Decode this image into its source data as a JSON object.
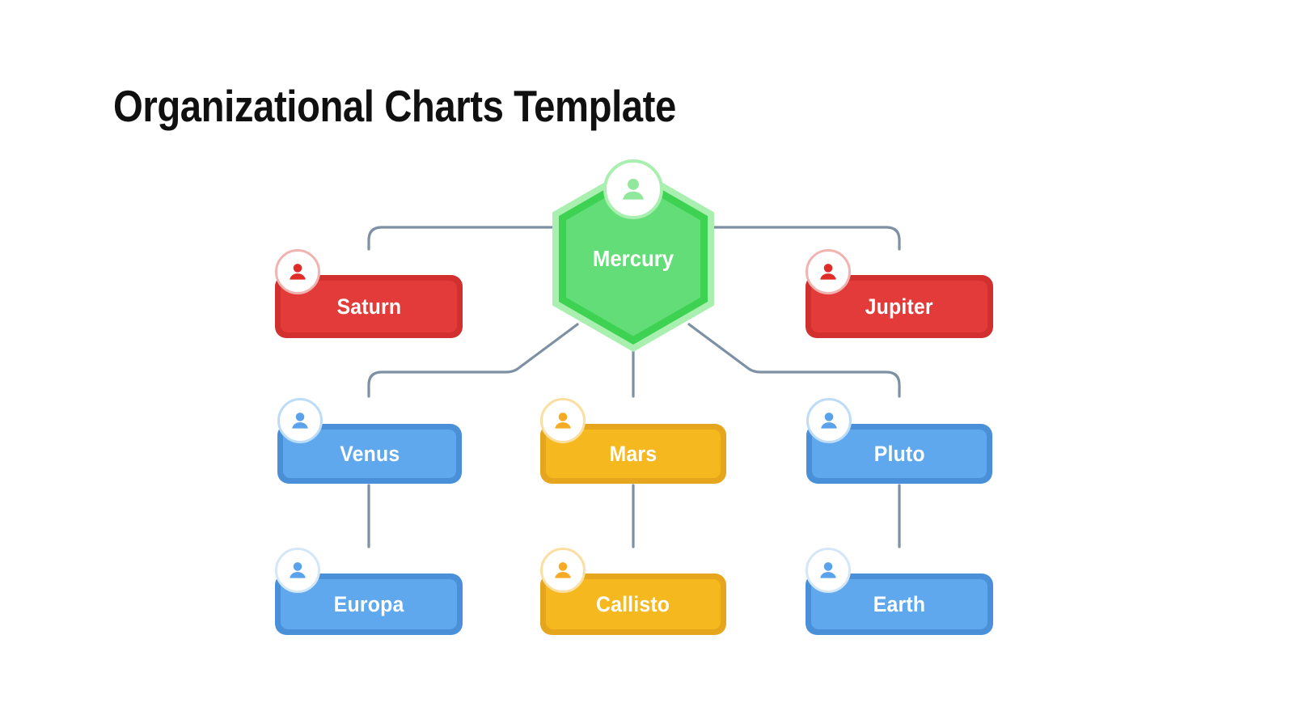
{
  "slide": {
    "title": "Organizational Charts Template",
    "background_color": "#ffffff"
  },
  "theme": {
    "connector_color": "#7e91a4",
    "green_outer": "#a9efb0",
    "green_border": "#3ed252",
    "green_fill": "#63dd77",
    "red_border": "#d2302f",
    "red_fill": "#e23b3a",
    "blue_border": "#4a90d9",
    "blue_fill": "#5fa8ee",
    "amber_border": "#e5a61e",
    "amber_fill": "#f5b81f",
    "label_color": "#ffffff",
    "title_color": "#101010"
  },
  "chart_data": {
    "type": "diagram",
    "diagram_type": "organizational-chart",
    "title": "Organizational Charts Template",
    "levels": 4,
    "nodes": [
      {
        "id": "mercury",
        "label": "Mercury",
        "shape": "hexagon",
        "color": "green",
        "level": 0,
        "parent": null,
        "avatar_icon": "person-icon"
      },
      {
        "id": "saturn",
        "label": "Saturn",
        "shape": "rectangle",
        "color": "red",
        "level": 1,
        "parent": "mercury",
        "avatar_icon": "person-icon"
      },
      {
        "id": "jupiter",
        "label": "Jupiter",
        "shape": "rectangle",
        "color": "red",
        "level": 1,
        "parent": "mercury",
        "avatar_icon": "person-icon"
      },
      {
        "id": "venus",
        "label": "Venus",
        "shape": "rectangle",
        "color": "blue",
        "level": 2,
        "parent": "mercury",
        "avatar_icon": "person-icon"
      },
      {
        "id": "mars",
        "label": "Mars",
        "shape": "rectangle",
        "color": "amber",
        "level": 2,
        "parent": "mercury",
        "avatar_icon": "person-icon"
      },
      {
        "id": "pluto",
        "label": "Pluto",
        "shape": "rectangle",
        "color": "blue",
        "level": 2,
        "parent": "mercury",
        "avatar_icon": "person-icon"
      },
      {
        "id": "europa",
        "label": "Europa",
        "shape": "rectangle",
        "color": "blue",
        "level": 3,
        "parent": "venus",
        "avatar_icon": "person-icon"
      },
      {
        "id": "callisto",
        "label": "Callisto",
        "shape": "rectangle",
        "color": "amber",
        "level": 3,
        "parent": "mars",
        "avatar_icon": "person-icon"
      },
      {
        "id": "earth",
        "label": "Earth",
        "shape": "rectangle",
        "color": "blue",
        "level": 3,
        "parent": "pluto",
        "avatar_icon": "person-icon"
      }
    ],
    "edges": [
      {
        "from": "mercury",
        "to": "saturn"
      },
      {
        "from": "mercury",
        "to": "jupiter"
      },
      {
        "from": "mercury",
        "to": "venus"
      },
      {
        "from": "mercury",
        "to": "mars"
      },
      {
        "from": "mercury",
        "to": "pluto"
      },
      {
        "from": "venus",
        "to": "europa"
      },
      {
        "from": "mars",
        "to": "callisto"
      },
      {
        "from": "pluto",
        "to": "earth"
      }
    ]
  }
}
